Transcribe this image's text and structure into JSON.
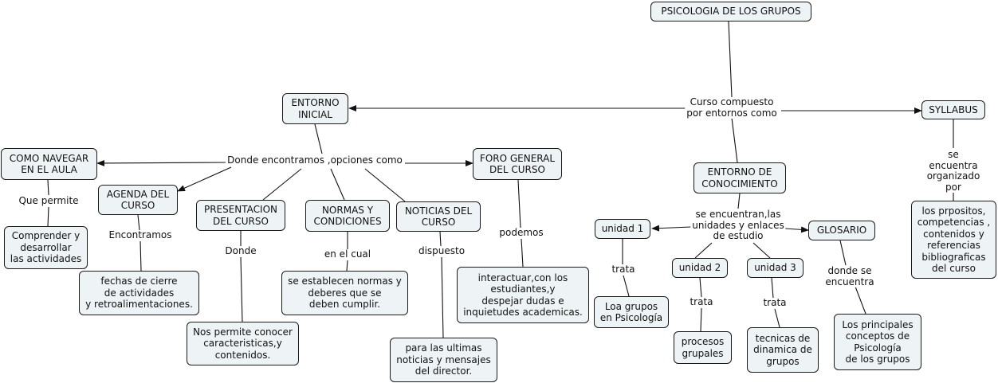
{
  "nodes": {
    "psicologia": "PSICOLOGIA DE LOS GRUPOS",
    "entorno_inicial": "ENTORNO\nINICIAL",
    "syllabus": "SYLLABUS",
    "como_navegar": "COMO NAVEGAR\nEN EL AULA",
    "foro_general": "FORO GENERAL\nDEL CURSO",
    "entorno_conocimiento": "ENTORNO DE\nCONOCIMIENTO",
    "agenda": "AGENDA DEL\nCURSO",
    "presentacion": "PRESENTACION\nDEL CURSO",
    "normas": "NORMAS Y\nCONDICIONES",
    "noticias": "NOTICIAS DEL\nCURSO",
    "comprender": "Comprender y\ndesarrollar\nlas actividades",
    "fechas": "fechas de cierre\nde actividades\ny retroalimentaciones.",
    "nos_permite": "Nos permite conocer\ncaracteristicas,y\ncontenidos.",
    "se_establecen": "se establecen normas y\ndeberes que se\ndeben cumplir.",
    "para_ultimas": "para las ultimas\nnoticias y mensajes\ndel director.",
    "interactuar": "interactuar,con los\nestudiantes,y\ndespejar dudas e\ninquietudes academicas.",
    "unidad1": "unidad 1",
    "unidad2": "unidad 2",
    "unidad3": "unidad 3",
    "glosario": "GLOSARIO",
    "loa_grupos": "Loa grupos\nen Psicología",
    "procesos": "procesos\ngrupales",
    "tecnicas": "tecnicas de\ndinamica de\ngrupos",
    "principales": "Los principales\nconceptos de\nPsicología\nde los grupos",
    "prpositos": "los prpositos,\ncompetencias ,\ncontenidos y\nreferencias\nbibliograficas\ndel curso"
  },
  "labels": {
    "curso_compuesto": "Curso compuesto\npor entornos como",
    "donde_encontramos": "Donde encontramos ,opciones como",
    "que_permite": "Que permite",
    "encontramos": "Encontramos",
    "donde": "Donde",
    "en_el_cual": "en el cual",
    "dispuesto": "dispuesto",
    "podemos": "podemos",
    "se_encuentran": "se encuentran,las\nunidades y enlaces\nde estudio",
    "se_encuentra_org": "se encuentra\norganizado por",
    "trata1": "trata",
    "trata2": "trata",
    "trata3": "trata",
    "donde_se_encuentra": "donde se\nencuentra"
  }
}
